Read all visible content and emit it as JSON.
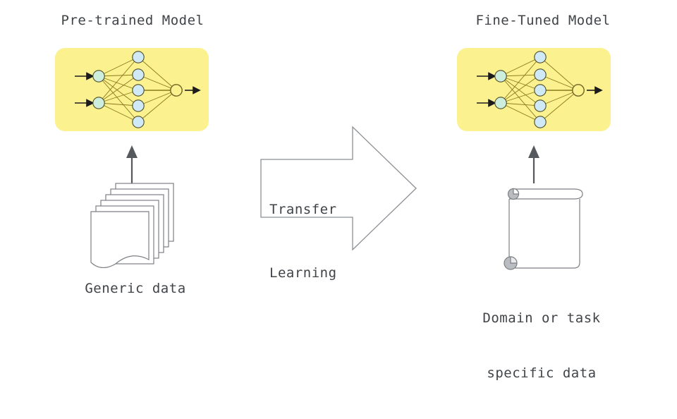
{
  "diagram": {
    "title_alt": "Transfer learning from a pre-trained model to a fine-tuned model",
    "background_color": "#ffffff",
    "text_color": "#404448"
  },
  "left_panel": {
    "title": "Pre-trained Model",
    "caption": "Generic data",
    "model_box_color": "#fbf18f",
    "network": {
      "input_nodes": 2,
      "hidden_nodes": 5,
      "output_nodes": 1,
      "input_node_color": "#cdeedd",
      "hidden_node_color": "#cfe9f7",
      "output_node_color": "#fbf18f",
      "edge_color": "#8a7a1e",
      "node_stroke_color": "#4d4a26"
    },
    "data_icon": "stacked-documents-icon",
    "document_count": 6
  },
  "right_panel": {
    "title": "Fine-Tuned Model",
    "caption_line1": "Domain or task",
    "caption_line2": "specific data",
    "model_box_color": "#fbf18f",
    "network": {
      "input_nodes": 2,
      "hidden_nodes": 5,
      "output_nodes": 1,
      "input_node_color": "#cdeedd",
      "hidden_node_color": "#cfe9f7",
      "output_node_color": "#fbf18f",
      "edge_color": "#8a7a1e",
      "node_stroke_color": "#4d4a26"
    },
    "data_icon": "scroll-document-icon"
  },
  "center_arrow": {
    "label_line1": "Transfer",
    "label_line2": "Learning",
    "direction": "right",
    "stroke_color": "#8b8f94",
    "fill_color": "#ffffff"
  },
  "arrows": {
    "up_arrow_color": "#55585c",
    "flow_arrow_color": "#1c1c1c"
  }
}
